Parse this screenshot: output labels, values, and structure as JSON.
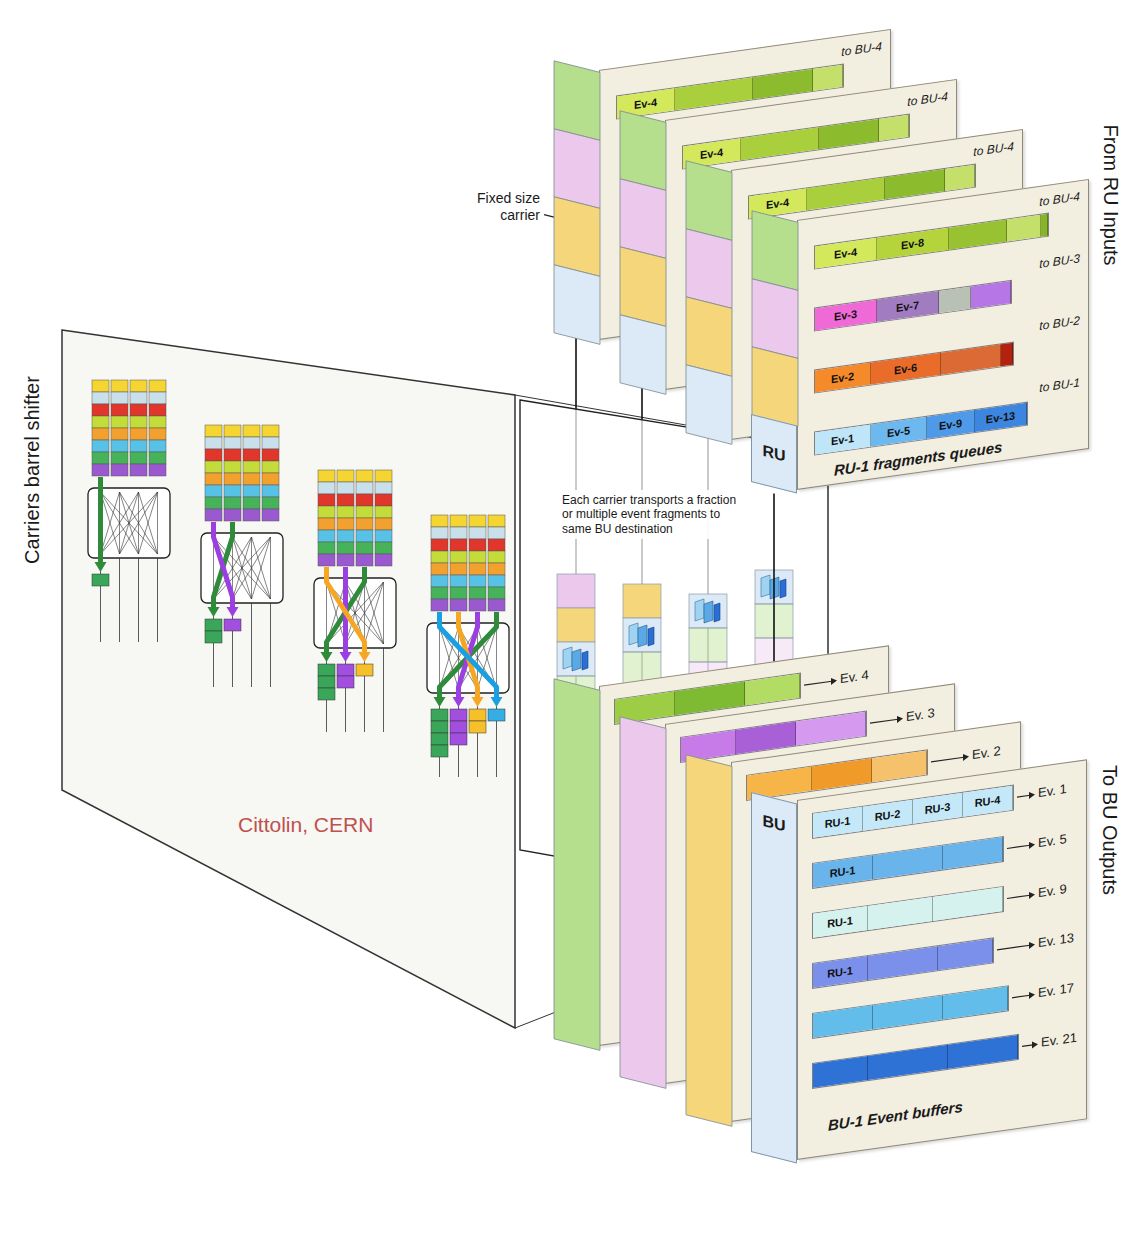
{
  "diagram": {
    "nodes": [
      {
        "text": [
          "to BU-4"
        ]
      },
      {
        "text": [
          "Ev-4"
        ],
        "in": 0
      },
      {
        "text": [
          "to BU-4"
        ]
      },
      {
        "text": [
          "Ev-4"
        ],
        "in": 2
      },
      {
        "text": [
          "to BU-4"
        ]
      },
      {
        "text": [
          "Ev-4"
        ],
        "in": 4
      },
      {
        "text": [
          "to BU-4",
          "to BU-3",
          "to BU-2",
          "to BU-1",
          "RU-1 fragments queues"
        ]
      },
      {
        "text": [
          "Ev-4"
        ],
        "in": 6
      },
      {
        "text": [
          "Ev-8"
        ],
        "in": 6
      },
      {
        "text": [
          "Ev-3"
        ],
        "in": 6
      },
      {
        "text": [
          "Ev-7"
        ],
        "in": 6
      },
      {
        "text": [
          "Ev-2"
        ],
        "in": 6
      },
      {
        "text": [
          "Ev-6"
        ],
        "in": 6
      },
      {
        "text": [
          "Ev-1"
        ],
        "in": 6
      },
      {
        "text": [
          "Ev-5"
        ],
        "in": 6
      },
      {
        "text": [
          "Ev-9"
        ],
        "in": 6
      },
      {
        "text": [
          "Ev-13"
        ],
        "in": 6
      },
      {
        "text": [
          "RU"
        ]
      },
      {
        "text": [
          "Ev. 4"
        ]
      },
      {
        "text": [
          "Ev. 3"
        ]
      },
      {
        "text": [
          "Ev. 2"
        ]
      },
      {
        "text": [
          "Ev. 1",
          "Ev. 5",
          "Ev. 9",
          "Ev. 13",
          "Ev. 17",
          "Ev. 21",
          "BU-1 Event buffers"
        ]
      },
      {
        "text": [
          "BU"
        ]
      },
      {
        "text": [
          "RU-1"
        ],
        "in": 21
      },
      {
        "text": [
          "RU-2"
        ],
        "in": 21
      },
      {
        "text": [
          "RU-3"
        ],
        "in": 21
      },
      {
        "text": [
          "RU-4"
        ],
        "in": 21
      },
      {
        "text": [
          "RU-1"
        ],
        "in": 21
      },
      {
        "text": [
          "RU-1"
        ],
        "in": 21
      },
      {
        "text": [
          "RU-1"
        ],
        "in": 21
      }
    ],
    "edges": [
      {
        "from": 17,
        "to": 22,
        "arrow": "none"
      }
    ],
    "labels": [
      "From RU Inputs",
      "Fixed size carrier",
      "Each carrier transports a fraction or multiple event fragments to same BU destination",
      "Carriers barrel shifter",
      "To BU Outputs",
      "Cittolin, CERN"
    ]
  }
}
